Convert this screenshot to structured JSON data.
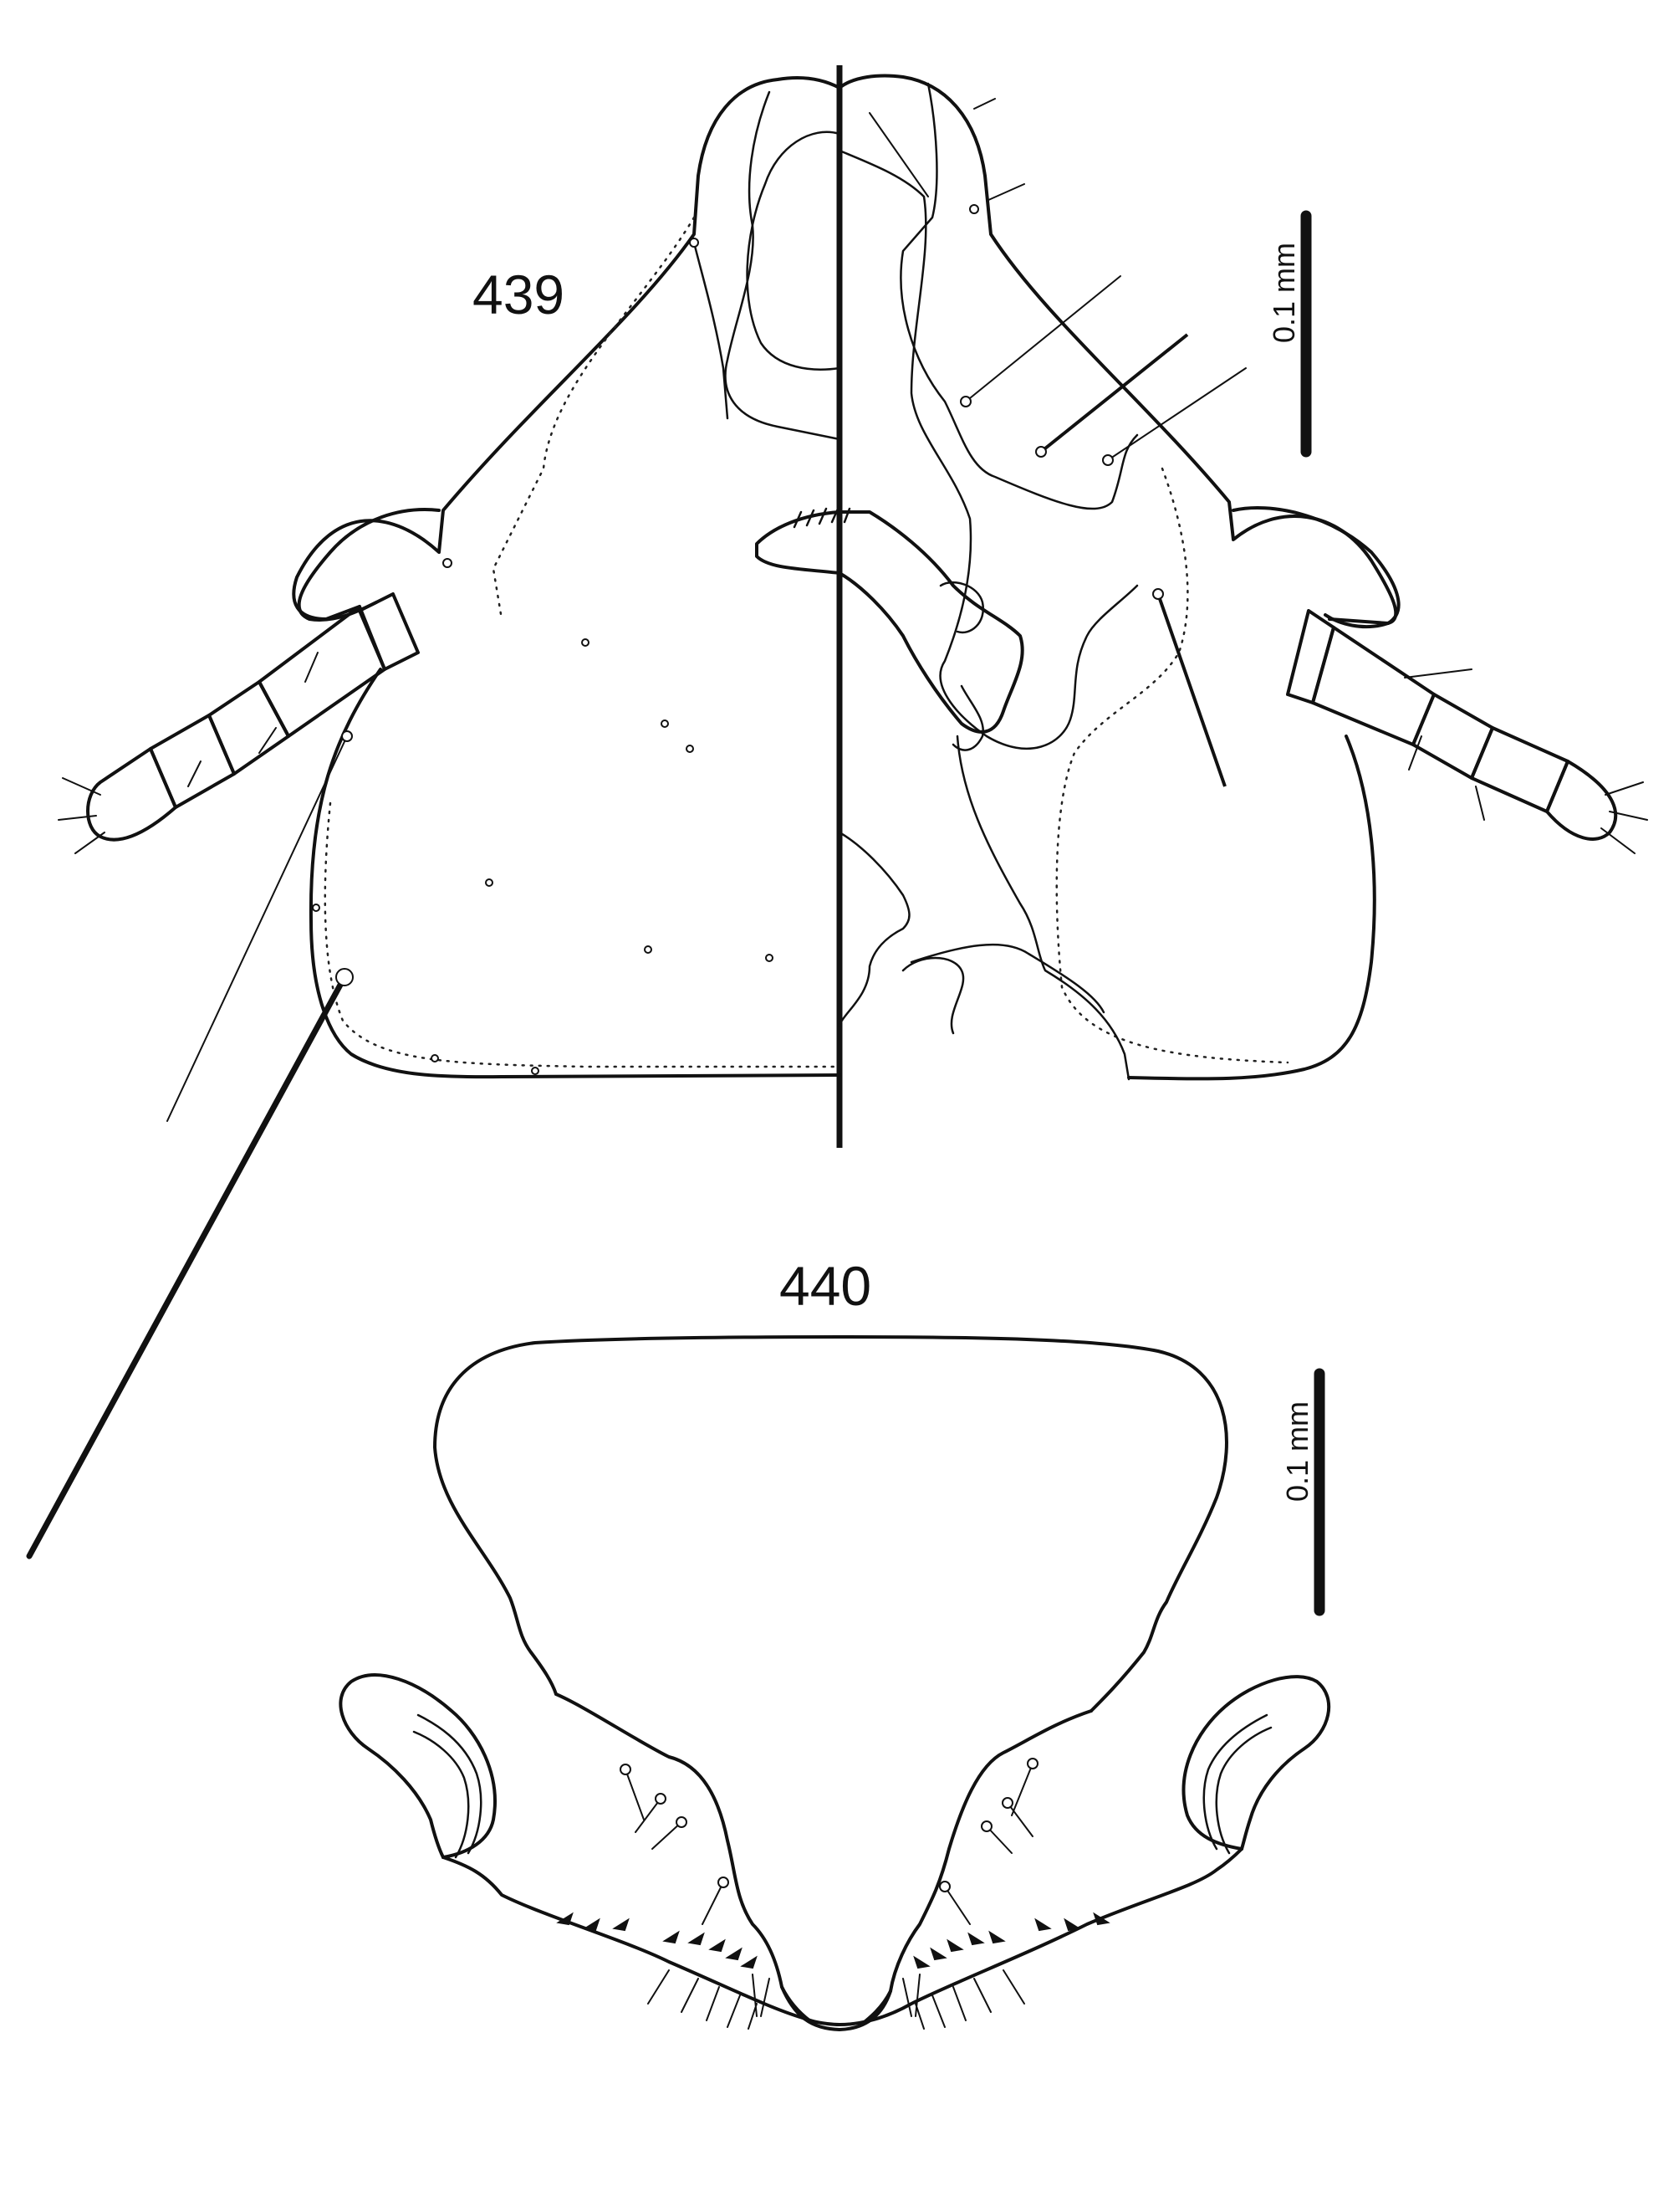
{
  "figures": [
    {
      "number": "439",
      "scale_bar_label": "0.1 mm"
    },
    {
      "number": "440",
      "scale_bar_label": "0.1 mm"
    }
  ]
}
